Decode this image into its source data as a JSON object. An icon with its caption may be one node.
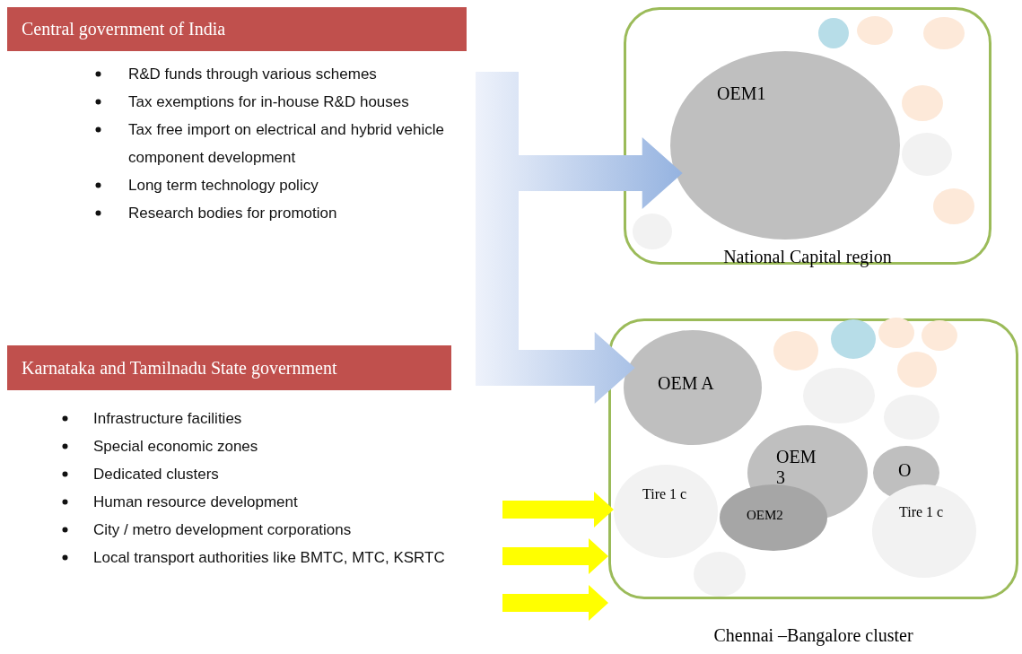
{
  "diagram": {
    "nodes": [
      {
        "text": [
          "Central government of India"
        ]
      },
      {
        "text": [
          "National Capital region"
        ]
      },
      {
        "text": [
          "OEM1"
        ],
        "in": 1
      },
      {
        "text": [],
        "shape": "circle",
        "in": 1
      },
      {
        "text": [],
        "shape": "circle",
        "in": 1
      },
      {
        "text": [],
        "shape": "circle",
        "in": 1
      },
      {
        "text": [],
        "shape": "circle",
        "in": 1
      },
      {
        "text": [],
        "shape": "circle",
        "in": 1
      },
      {
        "text": [],
        "shape": "circle",
        "in": 1
      },
      {
        "text": [],
        "shape": "circle",
        "in": 1
      },
      {
        "text": [
          "Karnataka and Tamilnadu State government"
        ]
      },
      {
        "text": [
          "Chennai –Bangalore cluster"
        ]
      },
      {
        "text": [
          "OEM A"
        ],
        "in": 11
      },
      {
        "text": [
          "OEM 3"
        ],
        "in": 11
      },
      {
        "text": [
          "O"
        ],
        "in": 11
      },
      {
        "text": [
          "Tire 1 c"
        ],
        "in": 11
      },
      {
        "text": [
          "OEM2"
        ],
        "in": 11
      },
      {
        "text": [
          "Tire 1 c"
        ],
        "in": 11
      },
      {
        "text": [],
        "shape": "circle",
        "in": 11
      },
      {
        "text": [],
        "shape": "circle",
        "in": 11
      },
      {
        "text": [],
        "shape": "circle",
        "in": 11
      },
      {
        "text": [],
        "shape": "circle",
        "in": 11
      },
      {
        "text": [],
        "shape": "circle",
        "in": 11
      },
      {
        "text": [],
        "shape": "circle",
        "in": 11
      },
      {
        "text": [],
        "shape": "circle",
        "in": 11
      },
      {
        "text": [],
        "shape": "circle",
        "in": 11
      }
    ],
    "edges": [
      {
        "from": 0,
        "to": 2,
        "arrow": "to",
        "style": "thick",
        "color": "#95b3e0"
      },
      {
        "from": 0,
        "to": 12,
        "arrow": "to",
        "style": "thick",
        "color": "#95b3e0"
      },
      {
        "from": null,
        "to": 15,
        "arrow": "to",
        "style": "thick",
        "color": "#ffff00"
      },
      {
        "from": null,
        "to": 11,
        "arrow": "to",
        "style": "thick",
        "color": "#ffff00"
      },
      {
        "from": null,
        "to": 11,
        "arrow": "to",
        "style": "thick",
        "color": "#ffff00"
      }
    ],
    "labels": [
      "R&D funds through various schemes",
      "Tax exemptions for in-house R&D houses",
      "Tax free import on electrical and hybrid vehicle component development",
      "Long term technology policy",
      "Research bodies for promotion",
      "Infrastructure facilities",
      "Special economic zones",
      "Dedicated clusters",
      "Human resource development",
      "City / metro development corporations",
      "Local transport authorities like BMTC, MTC, KSRTC"
    ]
  }
}
